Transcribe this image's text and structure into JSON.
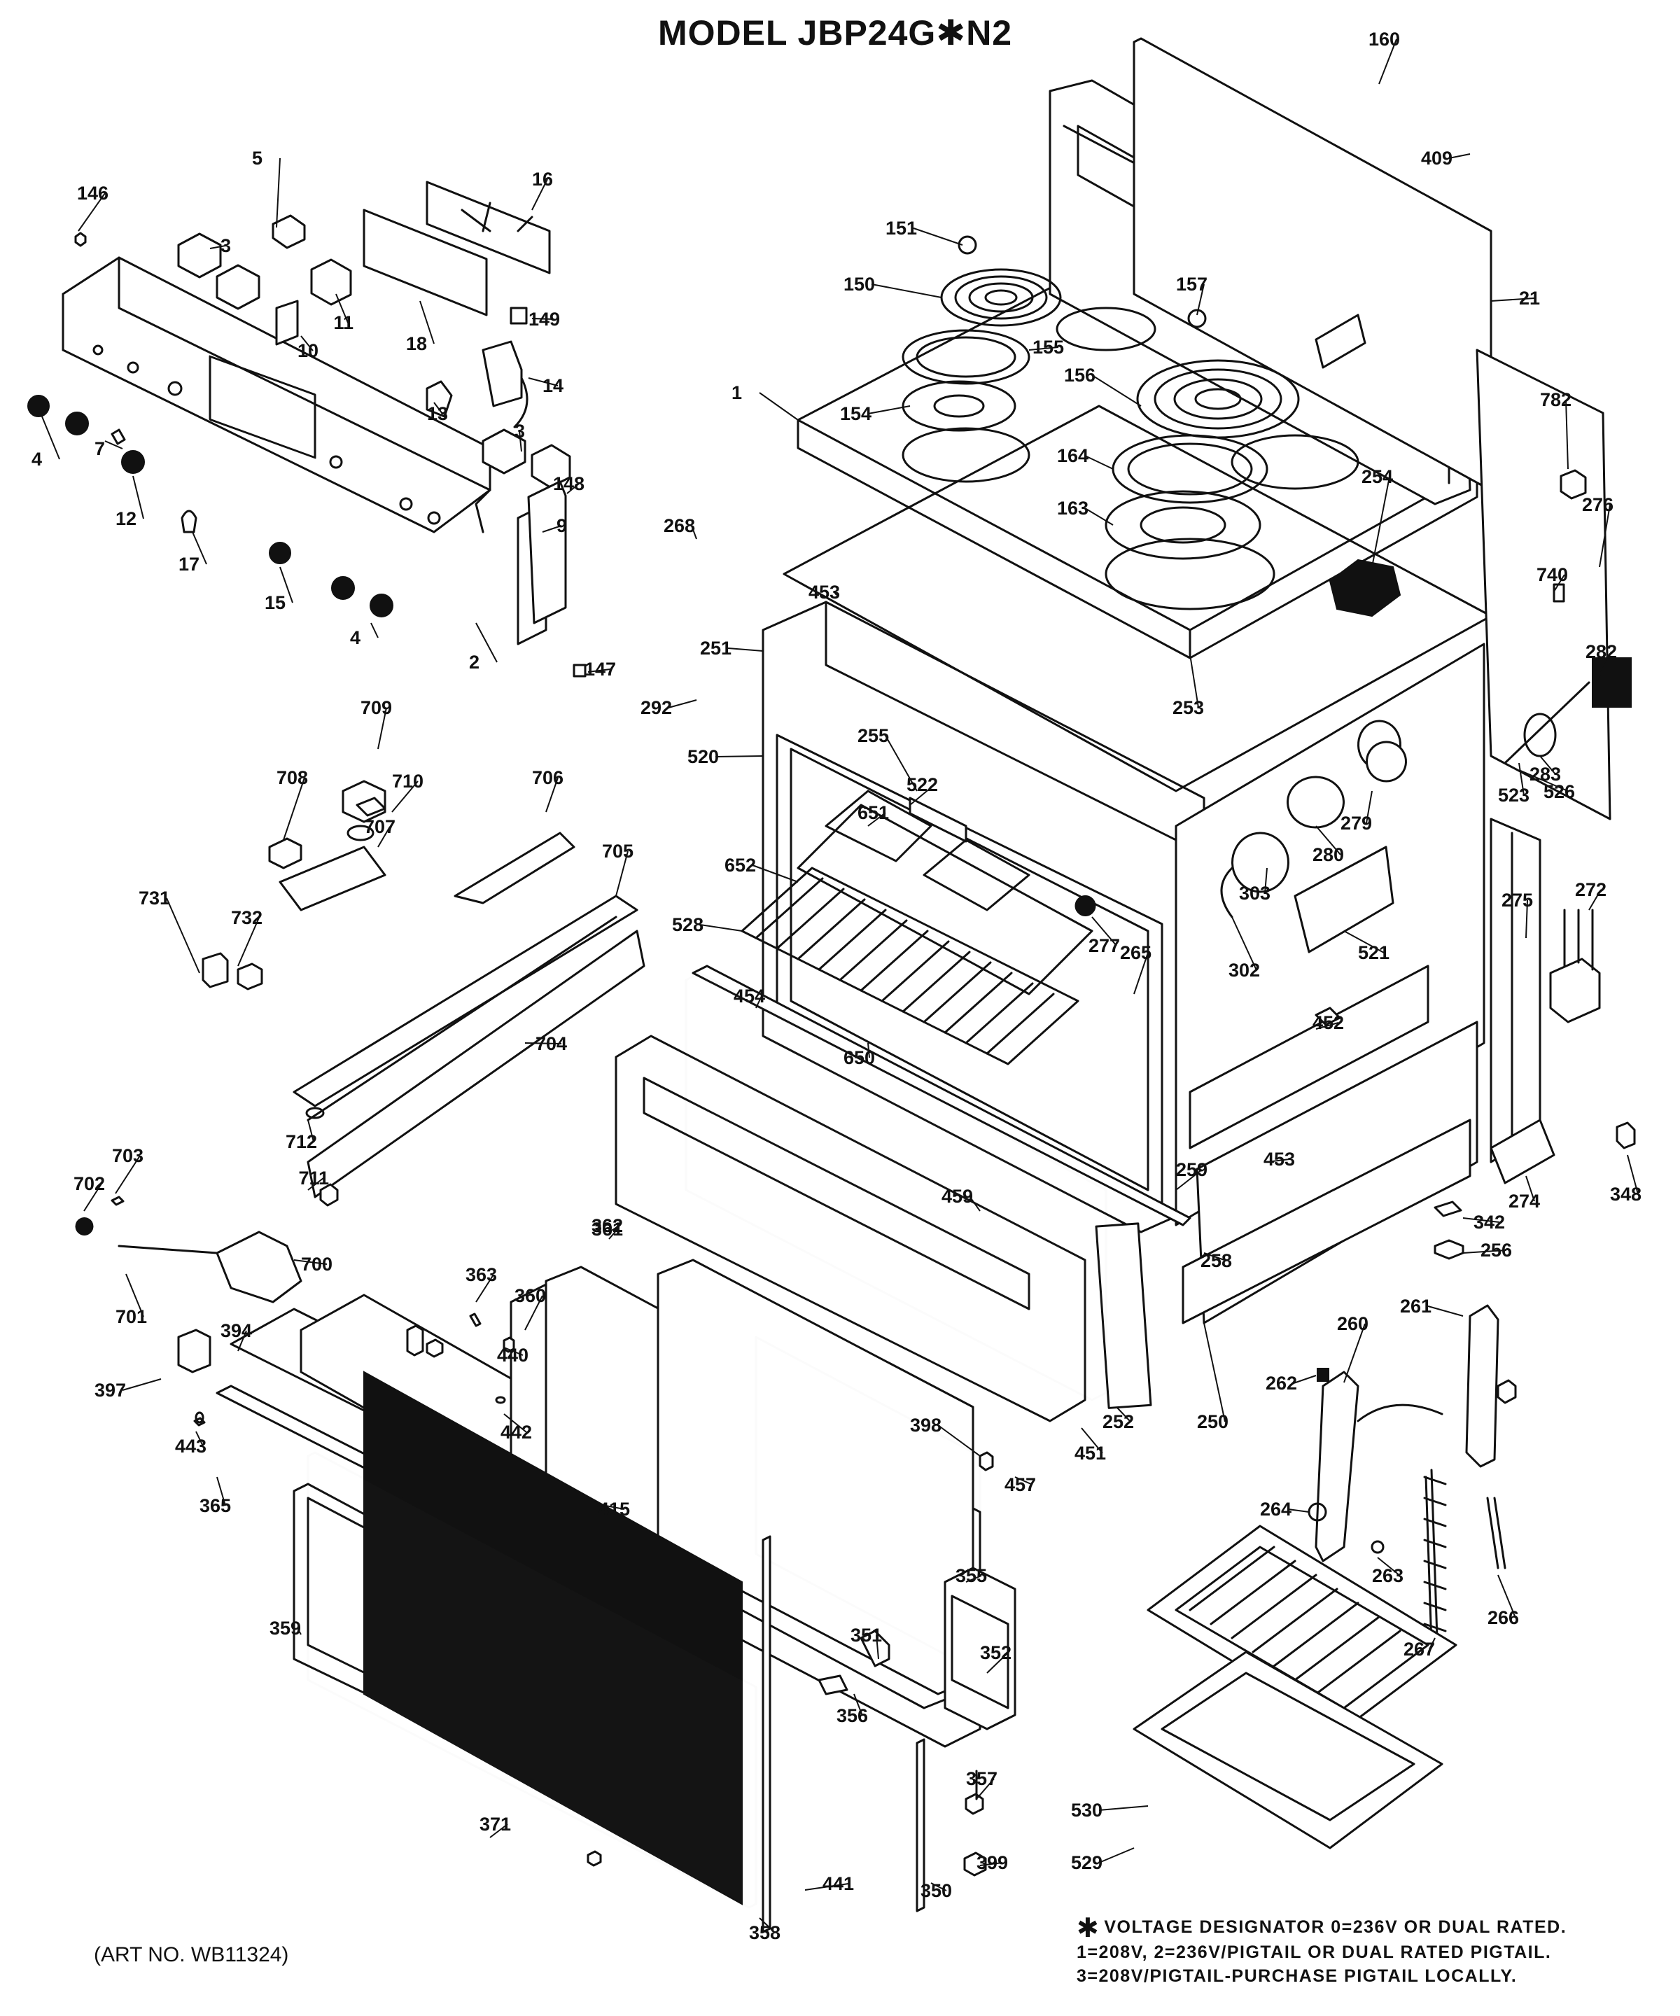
{
  "title": "MODEL JBP24G✱N2",
  "art_number": "(ART NO. WB11324)",
  "voltage_note": {
    "symbol": "✱",
    "lines": [
      "VOLTAGE DESIGNATOR 0=236V OR DUAL RATED.",
      "1=208V, 2=236V/PIGTAIL OR DUAL RATED PIGTAIL.",
      "3=208V/PIGTAIL-PURCHASE PIGTAIL LOCALLY."
    ]
  },
  "part_labels": [
    "1",
    "2",
    "3",
    "3",
    "4",
    "4",
    "5",
    "7",
    "9",
    "10",
    "11",
    "12",
    "13",
    "14",
    "15",
    "16",
    "17",
    "18",
    "21",
    "146",
    "147",
    "148",
    "149",
    "150",
    "151",
    "154",
    "155",
    "156",
    "157",
    "160",
    "163",
    "164",
    "250",
    "251",
    "252",
    "253",
    "254",
    "255",
    "256",
    "258",
    "259",
    "260",
    "261",
    "262",
    "263",
    "264",
    "265",
    "266",
    "267",
    "268",
    "272",
    "274",
    "275",
    "276",
    "277",
    "279",
    "280",
    "282",
    "283",
    "292",
    "302",
    "303",
    "342",
    "348",
    "350",
    "351",
    "352",
    "355",
    "356",
    "357",
    "358",
    "359",
    "360",
    "361",
    "362",
    "363",
    "365",
    "371",
    "394",
    "397",
    "398",
    "399",
    "409",
    "415",
    "440",
    "441",
    "442",
    "443",
    "451",
    "452",
    "453",
    "453",
    "454",
    "457",
    "459",
    "520",
    "521",
    "522",
    "523",
    "526",
    "528",
    "529",
    "530",
    "650",
    "651",
    "652",
    "700",
    "701",
    "702",
    "703",
    "704",
    "705",
    "706",
    "707",
    "708",
    "709",
    "710",
    "711",
    "712",
    "731",
    "732",
    "740",
    "782"
  ]
}
